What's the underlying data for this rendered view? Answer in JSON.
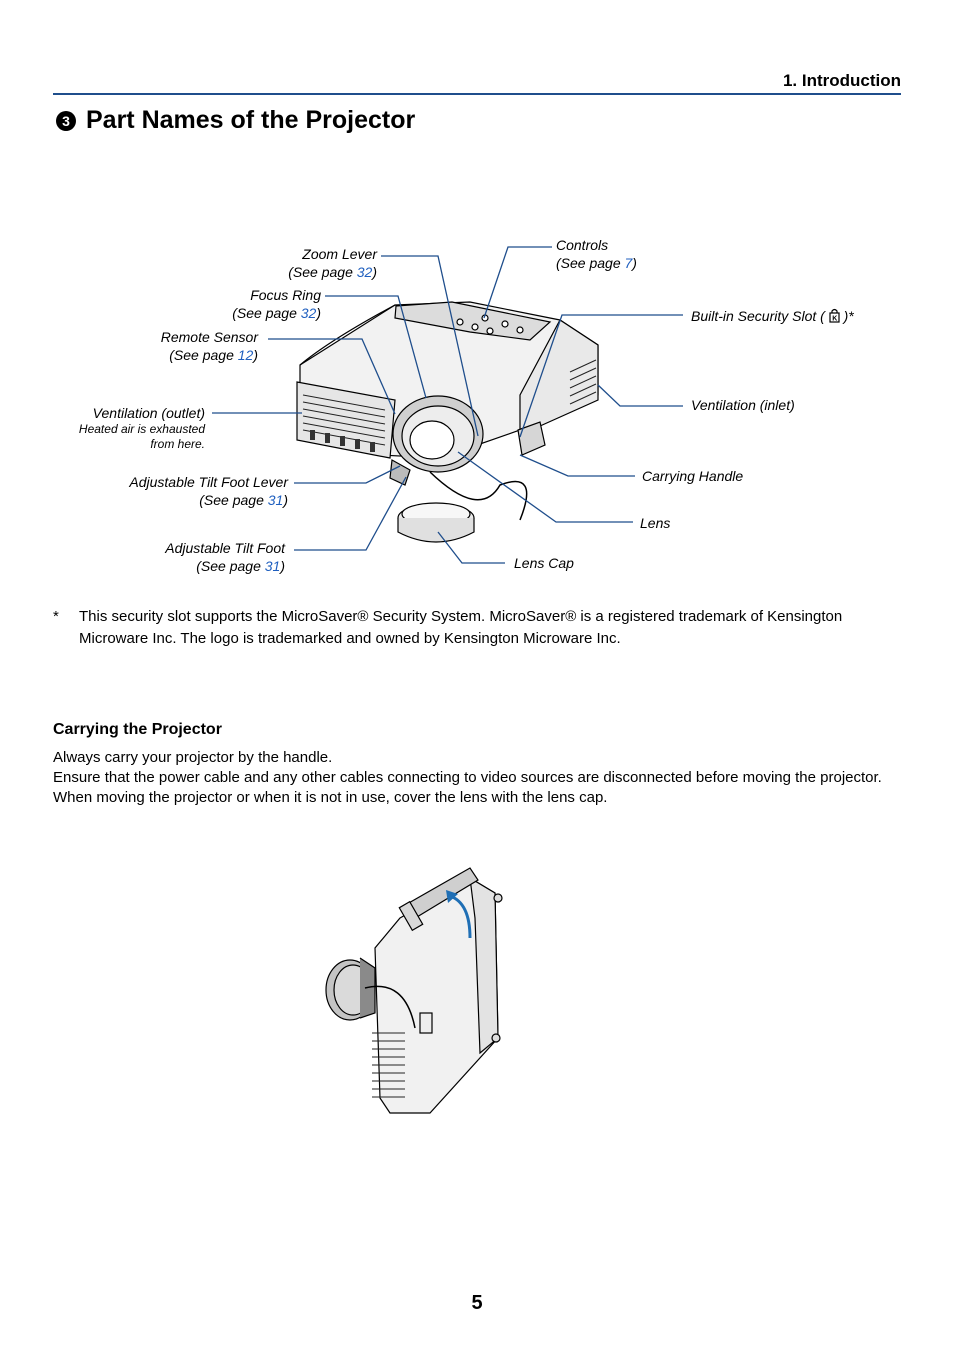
{
  "header": {
    "section": "1. Introduction"
  },
  "title": {
    "number": "3",
    "text": "Part Names of the Projector"
  },
  "callouts": {
    "zoom_lever": {
      "label": "Zoom Lever",
      "see_prefix": "(See page ",
      "page": "32",
      "see_suffix": ")"
    },
    "focus_ring": {
      "label": "Focus Ring",
      "see_prefix": "(See page ",
      "page": "32",
      "see_suffix": ")"
    },
    "remote_sensor": {
      "label": "Remote Sensor",
      "see_prefix": "(See page ",
      "page": "12",
      "see_suffix": ")"
    },
    "ventilation_outlet": {
      "label": "Ventilation (outlet)",
      "note1": "Heated air is exhausted",
      "note2": "from here."
    },
    "tilt_foot_lever": {
      "label": "Adjustable Tilt Foot Lever",
      "see_prefix": "(See page ",
      "page": "31",
      "see_suffix": ")"
    },
    "tilt_foot": {
      "label": "Adjustable Tilt Foot",
      "see_prefix": "(See page ",
      "page": "31",
      "see_suffix": ")"
    },
    "controls": {
      "label": "Controls",
      "see_prefix": "(See page ",
      "page": "7",
      "see_suffix": ")"
    },
    "security_slot": {
      "label_prefix": "Built-in Security Slot ( ",
      "label_suffix": " )*"
    },
    "ventilation_inlet": {
      "label": "Ventilation (inlet)"
    },
    "carrying_handle": {
      "label": "Carrying Handle"
    },
    "lens": {
      "label": "Lens"
    },
    "lens_cap": {
      "label": "Lens Cap"
    }
  },
  "footnote": {
    "marker": "*",
    "text": "This security slot supports the MicroSaver® Security System. MicroSaver® is a registered trademark of Kensington Microware Inc. The logo is trademarked and owned by Kensington Microware Inc."
  },
  "carrying": {
    "heading": "Carrying the Projector",
    "p1": "Always carry your projector by the handle.",
    "p2": "Ensure that the power cable and any other cables connecting to video sources are disconnected before moving the projector.",
    "p3": "When moving the projector or when it is not in use, cover the lens with the lens cap."
  },
  "page_number": "5",
  "colors": {
    "accent": "#1f4e8c",
    "link": "#1f5fbf",
    "arrow": "#1f6fb5"
  }
}
